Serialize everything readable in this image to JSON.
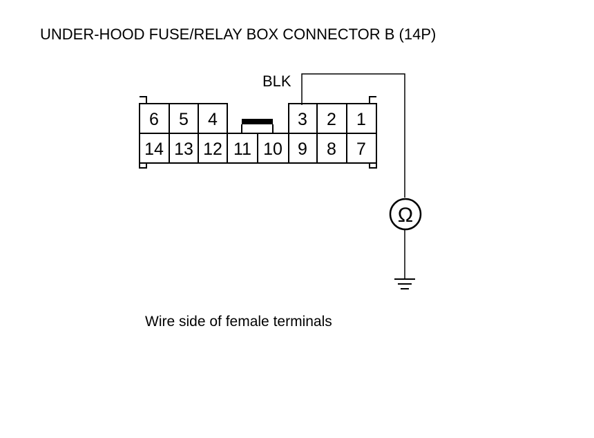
{
  "title": "UNDER-HOOD FUSE/RELAY BOX CONNECTOR B (14P)",
  "wire_color": "BLK",
  "connector": {
    "top_right_pins": [
      "3",
      "2",
      "1"
    ],
    "top_left_pins": [
      "6",
      "5",
      "4"
    ],
    "bottom_pins": [
      "14",
      "13",
      "12",
      "11",
      "10",
      "9",
      "8",
      "7"
    ]
  },
  "meter_symbol": "Ω",
  "caption": "Wire side of female terminals",
  "colors": {
    "line": "#000000",
    "background": "#ffffff"
  },
  "icons": {
    "meter": "ohmmeter-icon",
    "ground": "ground-icon"
  }
}
